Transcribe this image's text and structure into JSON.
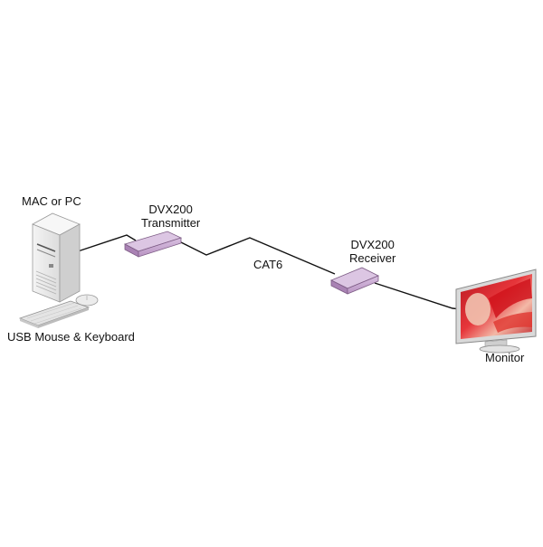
{
  "labels": {
    "computer": "MAC or PC",
    "peripherals": "USB Mouse & Keyboard",
    "transmitter_line1": "DVX200",
    "transmitter_line2": "Transmitter",
    "cable": "CAT6",
    "receiver_line1": "DVX200",
    "receiver_line2": "Receiver",
    "monitor": "Monitor"
  },
  "colors": {
    "device_fill": "#c9a9d2",
    "device_stroke": "#7d5c85",
    "cable": "#111111",
    "tower_fill": "#e9e9e9",
    "tower_shade": "#d2d2d2",
    "monitor_frame": "#d8d8d8"
  }
}
